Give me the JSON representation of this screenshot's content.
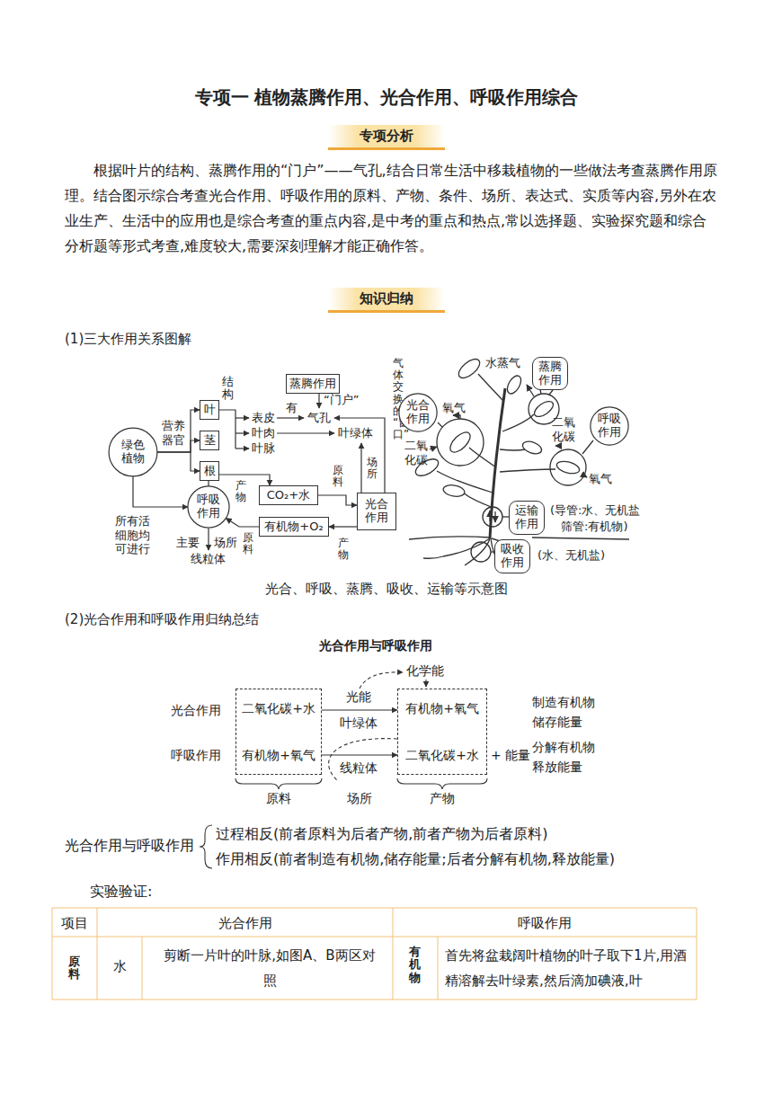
{
  "diagram": {
    "title": "专项一 植物蒸腾作用、光合作用、呼吸作用综合",
    "caption": "光合、呼吸、蒸腾、吸收、运输等示意图",
    "nodes": [
      {
        "text": [
          "专项分析"
        ]
      },
      {
        "text": [
          "知识归纳"
        ]
      },
      {
        "text": [
          "绿色植物"
        ]
      },
      {
        "text": [
          "叶"
        ]
      },
      {
        "text": [
          "茎"
        ]
      },
      {
        "text": [
          "根"
        ]
      },
      {
        "text": [
          "蒸腾作用"
        ]
      },
      {
        "text": [
          "呼吸作用"
        ]
      },
      {
        "text": [
          "CO₂+水"
        ]
      },
      {
        "text": [
          "有机物+O₂"
        ]
      },
      {
        "text": [
          "光合作用"
        ]
      },
      {
        "text": [
          "蒸腾作用"
        ]
      },
      {
        "text": [
          "光合作用"
        ]
      },
      {
        "text": [
          "呼吸作用"
        ]
      },
      {
        "text": [
          "运输作用"
        ]
      },
      {
        "text": [
          "吸收作用"
        ]
      },
      {
        "text": [
          "二氧化碳+水",
          "有机物+氧气"
        ]
      },
      {
        "text": [
          "有机物+氧气",
          "二氧化碳+水"
        ]
      }
    ],
    "edges": [
      {
        "from": 2,
        "to": 3,
        "arrow": "to"
      },
      {
        "from": 2,
        "to": 4,
        "arrow": "to"
      },
      {
        "from": 2,
        "to": 5,
        "arrow": "to"
      },
      {
        "from": 2,
        "to": 7,
        "arrow": "to"
      },
      {
        "from": 7,
        "to": 8,
        "arrow": "to"
      },
      {
        "from": 9,
        "to": 7,
        "arrow": "to"
      },
      {
        "from": 10,
        "to": 9,
        "arrow": "to"
      },
      {
        "from": 8,
        "to": 10,
        "arrow": "to"
      },
      {
        "from": 16,
        "to": 17,
        "label": "光能",
        "arrow": "to"
      },
      {
        "from": 16,
        "to": 17,
        "arrow": "to"
      }
    ],
    "labels": [
      "根据叶片的结构、蒸腾作用的“门户”——气孔,结合日常生活中移栽植物的一些做法考查蒸腾作用原理。结合图示综合考查光合作用、呼吸作用的原料、产物、条件、场所、表达式、实质等内容,另外在农业生产、生活中的应用也是综合考查的重点内容,是中考的重点和热点,常以选择题、实验探究题和综合分析题等形式考查,难度较大,需要深刻理解才能正确作答。",
      "(1)三大作用关系图解",
      "营养器官",
      "结构",
      "表皮",
      "叶肉",
      "叶脉",
      "有",
      "“门户”",
      "气孔",
      "叶绿体",
      "气体交换的“窗口”",
      "场所",
      "原料",
      "产物",
      "产物",
      "原料",
      "所有活细胞均可进行",
      "主要",
      "场所",
      "线粒体",
      "水蒸气",
      "氧气",
      "二氧化碳",
      "二氧化碳",
      "氧气",
      "(导管:水、无机盐",
      "筛管:有机物)",
      "(水、无机盐)",
      "(2)光合作用和呼吸作用归纳总结",
      "光合作用与呼吸作用",
      "化学能",
      "光合作用",
      "呼吸作用",
      "叶绿体",
      "线粒体",
      "+ 能量",
      "制造有机物 储存能量",
      "分解有机物 释放能量",
      "原料",
      "场所",
      "产物",
      "光合作用与呼吸作用",
      "过程相反(前者原料为后者产物,前者产物为后者原料)",
      "作用相反(前者制造有机物,储存能量;后者分解有机物,释放能量)",
      "实验验证:",
      "项目",
      "光合作用",
      "呼吸作用",
      "原料",
      "水",
      "剪断一片叶的叶脉,如图A、B两区对照",
      "有机物",
      "首先将盆栽阔叶植物的叶子取下1片,用酒精溶解去叶绿素,然后滴加碘液,叶"
    ]
  }
}
